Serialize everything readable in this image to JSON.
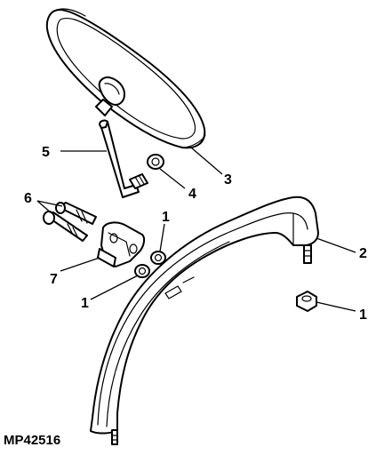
{
  "figure": {
    "id_label": "MP42516",
    "callouts": {
      "mirror_head": "3",
      "mirror_arm": "5",
      "arm_nut": "4",
      "bolts": "6",
      "bracket": "7",
      "bracket_nut_upper": "1",
      "bracket_nut_lower": "1",
      "rops_bar": "2",
      "rops_nut": "1"
    }
  }
}
